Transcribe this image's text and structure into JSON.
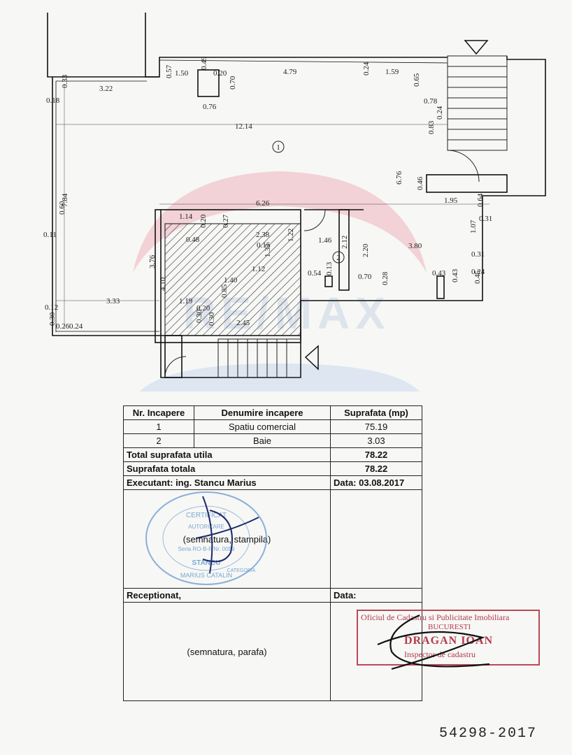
{
  "plan": {
    "dimensions": [
      "1.50",
      "4.79",
      "1.59",
      "0.57",
      "0.49",
      "0.20",
      "0.70",
      "0.76",
      "0.24",
      "0.65",
      "0.78",
      "0.24",
      "0.83",
      "0.33",
      "3.22",
      "0.18",
      "12.14",
      "6.76",
      "0.46",
      "1.95",
      "0.64",
      "0.31",
      "1.07",
      "0.31",
      "0.24",
      "0.45",
      "7.84",
      "0.60",
      "0.11",
      "6.26",
      "1.14",
      "0.20",
      "0.48",
      "0.27",
      "2.38",
      "0.15",
      "1.22",
      "1.33",
      "1.12",
      "3.76",
      "1.46",
      "2.12",
      "2.20",
      "3.80",
      "0.54",
      "0.13",
      "0.70",
      "0.28",
      "0.43",
      "0.43",
      "3.33",
      "0.12",
      "1.19",
      "0.20",
      "0.30",
      "0.26",
      "0.24",
      "2.45",
      "1.40",
      "0.30",
      "0.30",
      "4.10",
      "0.85"
    ],
    "room_markers": [
      "1",
      "2"
    ]
  },
  "table": {
    "headers": [
      "Nr. Incapere",
      "Denumire incapere",
      "Suprafata (mp)"
    ],
    "rows": [
      {
        "nr": "1",
        "name": "Spatiu comercial",
        "area": "75.19"
      },
      {
        "nr": "2",
        "name": "Baie",
        "area": "3.03"
      }
    ],
    "total_useful_label": "Total suprafata utila",
    "total_useful_value": "78.22",
    "total_area_label": "Suprafata totala",
    "total_area_value": "78.22",
    "executant": "Executant: ing. Stancu Marius",
    "date": "Data: 03.08.2017",
    "signature_note": "(semnatura, stampila)",
    "received_label": "Receptionat,",
    "received_date_label": "Data:",
    "received_note": "(semnatura, parafa)"
  },
  "stamp_blue": {
    "lines": [
      "CERTIFICAT",
      "AUTORIZARE",
      "Seria RO-B-F Nr. 0099",
      "STANCU",
      "MARIUS CATALIN",
      "CATEGORIA"
    ]
  },
  "stamp_red": {
    "office": "Oficiul de Cadastru si Publicitate Imobiliara",
    "city": "BUCURESTI",
    "name": "DRAGAN IOAN",
    "role": "Inspector de cadastru"
  },
  "doc_number": "54298-2017",
  "colors": {
    "ink": "#222222",
    "stamp_red": "#b43a48",
    "stamp_blue": "#4a86c8",
    "watermark_red": "#e8a0a8",
    "watermark_blue": "#b8cde6"
  }
}
